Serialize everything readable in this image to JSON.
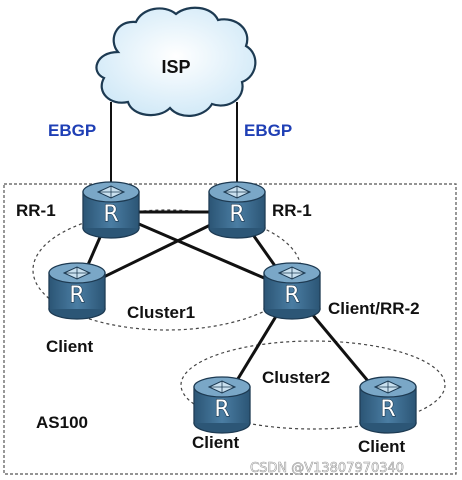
{
  "isp": {
    "label": "ISP"
  },
  "links": {
    "ebgp_left": "EBGP",
    "ebgp_right": "EBGP"
  },
  "as": {
    "label": "AS100"
  },
  "routers": {
    "rr1_left": {
      "label": "RR-1",
      "letter": "R"
    },
    "rr1_right": {
      "label": "RR-1",
      "letter": "R"
    },
    "client1": {
      "label": "Client",
      "letter": "R"
    },
    "client_rr2": {
      "label": "Client/RR-2",
      "letter": "R"
    },
    "client2": {
      "label": "Client",
      "letter": "R"
    },
    "client3": {
      "label": "Client",
      "letter": "R"
    }
  },
  "clusters": {
    "cluster1": "Cluster1",
    "cluster2": "Cluster2"
  },
  "watermark": "CSDN @V13807970340",
  "colors": {
    "ebgp_text": "#1f3fb5",
    "router_body": "#3b6a8e",
    "router_top": "#6f9dbf",
    "cloud_fill": "#dff0fb",
    "cloud_stroke": "#1d3a52"
  }
}
